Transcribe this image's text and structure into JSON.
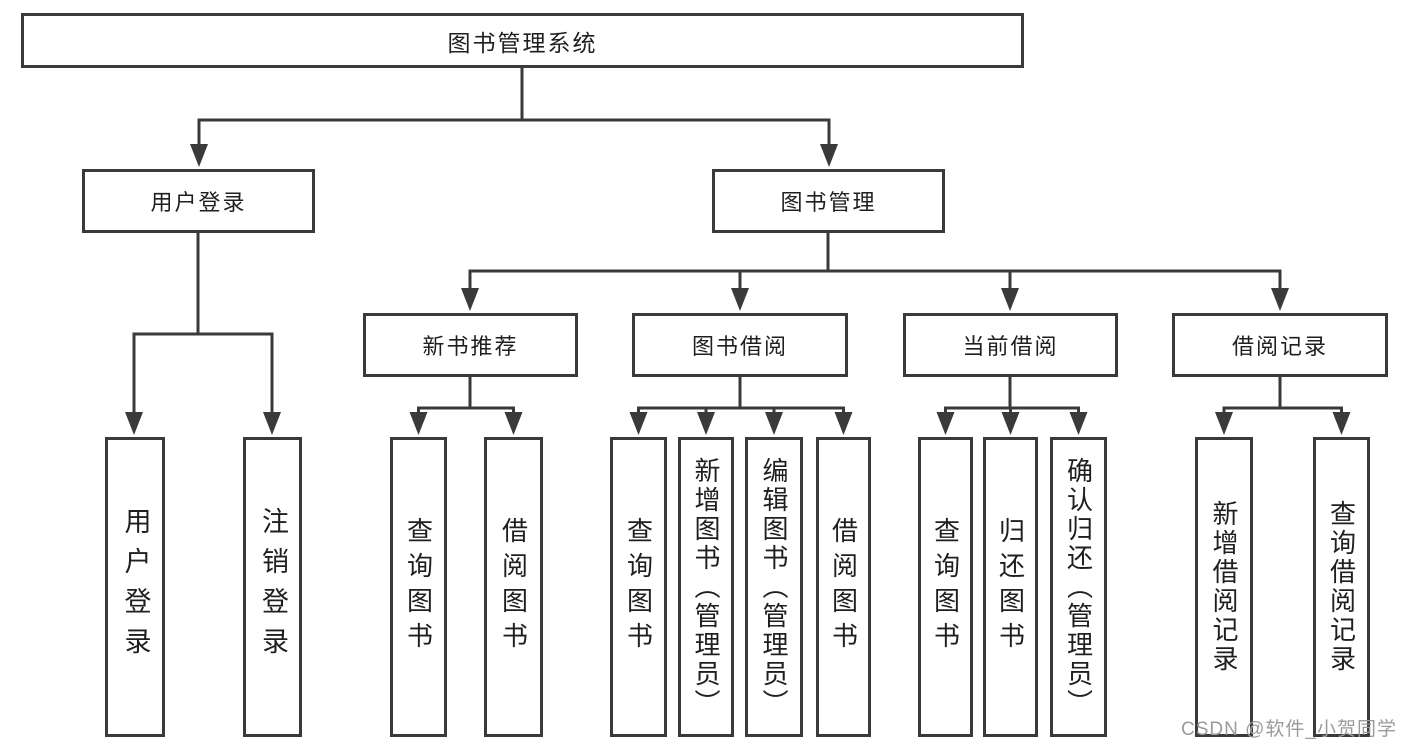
{
  "diagram": {
    "root": {
      "label": "图书管理系统",
      "children": [
        {
          "label": "用户登录",
          "children": [
            {
              "label": "用户登录"
            },
            {
              "label": "注销登录"
            }
          ]
        },
        {
          "label": "图书管理",
          "children": [
            {
              "label": "新书推荐",
              "children": [
                {
                  "label": "查询图书"
                },
                {
                  "label": "借阅图书"
                }
              ]
            },
            {
              "label": "图书借阅",
              "children": [
                {
                  "label": "查询图书"
                },
                {
                  "label": "新增图书（管理员）"
                },
                {
                  "label": "编辑图书（管理员）"
                },
                {
                  "label": "借阅图书"
                }
              ]
            },
            {
              "label": "当前借阅",
              "children": [
                {
                  "label": "查询图书"
                },
                {
                  "label": "归还图书"
                },
                {
                  "label": "确认归还（管理员）"
                }
              ]
            },
            {
              "label": "借阅记录",
              "children": [
                {
                  "label": "新增借阅记录"
                },
                {
                  "label": "查询借阅记录"
                }
              ]
            }
          ]
        }
      ]
    },
    "watermark": "CSDN @软件_小贺同学",
    "colors": {
      "line": "#3a3a3a",
      "text": "#1f1f1f",
      "watermark": "#9b9b9b",
      "background": "#ffffff"
    }
  }
}
